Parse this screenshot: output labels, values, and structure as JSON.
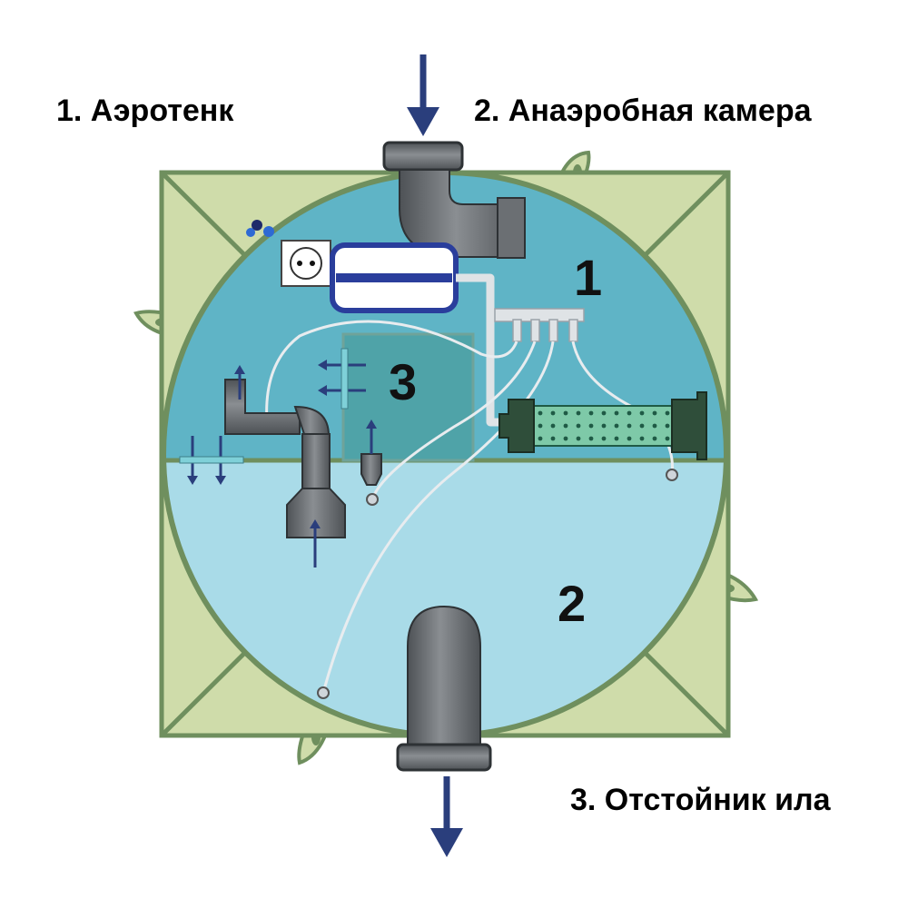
{
  "legend": {
    "item1": "1. Аэротенк",
    "item2": "2. Анаэробная камера",
    "item3": "3. Отстойник ила"
  },
  "zones": {
    "aerotank": "1",
    "anaerobic": "2",
    "settler": "3"
  },
  "colors": {
    "frame_fill": "#cfdcaa",
    "frame_stroke": "#6f8f5e",
    "aerotank_water": "#5fb4c6",
    "anaerobic_water": "#a9dbe8",
    "settler_box": "#4fa3a8",
    "pipe": "#6b6f73",
    "arrow": "#2a3e7c",
    "compressor_outline": "#2a3e9c",
    "manifold": "#dfe3e6"
  },
  "icons": {
    "inlet_arrow": "down-arrow-icon",
    "outlet_arrow": "down-arrow-icon",
    "socket": "power-socket-icon",
    "compressor": "air-compressor-icon",
    "aerator": "tube-aerator-icon"
  }
}
